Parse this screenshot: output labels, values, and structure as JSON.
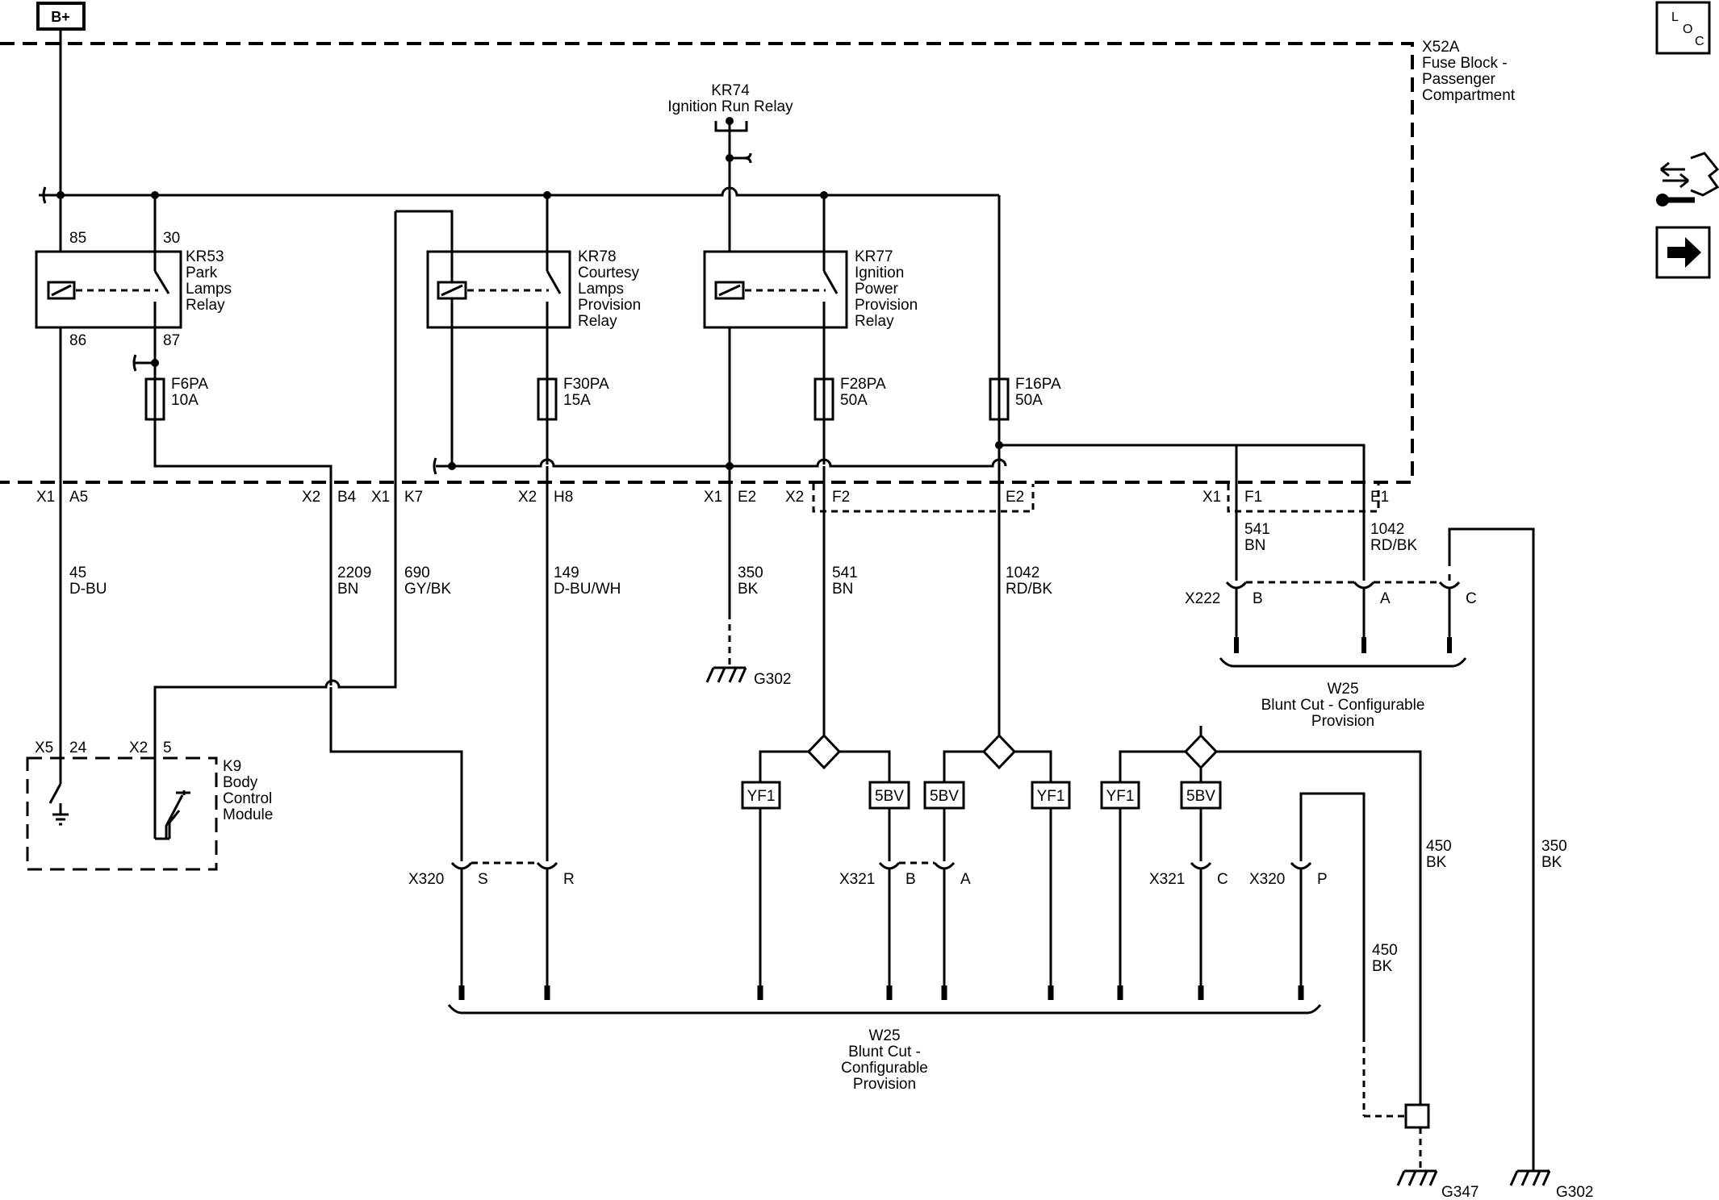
{
  "battery": "B+",
  "side_icons": [
    {
      "name": "locator-icon",
      "letters": [
        "L",
        "O",
        "C"
      ]
    },
    {
      "name": "connector-service-icon"
    },
    {
      "name": "next-page-arrow-icon"
    }
  ],
  "fuse_block": {
    "id": "X52A",
    "lines": [
      "Fuse Block -",
      "Passenger",
      "Compartment"
    ]
  },
  "ignition_run_relay": {
    "id": "KR74",
    "name": "Ignition Run Relay"
  },
  "relays": [
    {
      "id": "KR53",
      "lines": [
        "Park",
        "Lamps",
        "Relay"
      ],
      "pins": [
        "85",
        "30",
        "86",
        "87"
      ]
    },
    {
      "id": "KR78",
      "lines": [
        "Courtesy",
        "Lamps",
        "Provision",
        "Relay"
      ]
    },
    {
      "id": "KR77",
      "lines": [
        "Ignition",
        "Power",
        "Provision",
        "Relay"
      ]
    }
  ],
  "fuses": [
    {
      "id": "F6PA",
      "rating": "10A"
    },
    {
      "id": "F30PA",
      "rating": "15A"
    },
    {
      "id": "F28PA",
      "rating": "50A"
    },
    {
      "id": "F16PA",
      "rating": "50A"
    }
  ],
  "connector_pins": [
    {
      "conn": "X1",
      "pin": "A5"
    },
    {
      "conn": "X2",
      "pin": "B4"
    },
    {
      "conn": "X1",
      "pin": "K7"
    },
    {
      "conn": "X2",
      "pin": "H8"
    },
    {
      "conn": "X1",
      "pin": "E2"
    },
    {
      "conn": "X2",
      "pin": "F2"
    },
    {
      "conn": "",
      "pin": "E2"
    },
    {
      "conn": "X1",
      "pin": "F1"
    },
    {
      "conn": "",
      "pin": "E1"
    }
  ],
  "circuits": [
    {
      "num": "45",
      "color": "D-BU"
    },
    {
      "num": "2209",
      "color": "BN"
    },
    {
      "num": "690",
      "color": "GY/BK"
    },
    {
      "num": "149",
      "color": "D-BU/WH"
    },
    {
      "num": "350",
      "color": "BK"
    },
    {
      "num": "541",
      "color": "BN"
    },
    {
      "num": "1042",
      "color": "RD/BK"
    },
    {
      "num": "541",
      "color": "BN"
    },
    {
      "num": "1042",
      "color": "RD/BK"
    },
    {
      "num": "450",
      "color": "BK"
    },
    {
      "num": "450",
      "color": "BK"
    },
    {
      "num": "350",
      "color": "BK"
    }
  ],
  "grounds": [
    "G302",
    "G347",
    "G302"
  ],
  "x222": {
    "id": "X222",
    "pins": [
      "B",
      "A",
      "C"
    ]
  },
  "w25_upper": {
    "lines": [
      "W25",
      "Blunt Cut - Configurable",
      "Provision"
    ]
  },
  "w25_lower": {
    "lines": [
      "W25",
      "Blunt Cut -",
      "Configurable",
      "Provision"
    ]
  },
  "bcm": {
    "id": "K9",
    "lines": [
      "Body",
      "Control",
      "Module"
    ],
    "pins": [
      {
        "conn": "X5",
        "pin": "24"
      },
      {
        "conn": "X2",
        "pin": "5"
      }
    ]
  },
  "option_codes": [
    "YF1",
    "5BV",
    "5BV",
    "YF1",
    "YF1",
    "5BV"
  ],
  "lower_connectors": [
    {
      "id": "X320",
      "pin": "S"
    },
    {
      "id": "",
      "pin": "R"
    },
    {
      "id": "X321",
      "pin": "B"
    },
    {
      "id": "",
      "pin": "A"
    },
    {
      "id": "X321",
      "pin": "C"
    },
    {
      "id": "X320",
      "pin": "P"
    }
  ]
}
